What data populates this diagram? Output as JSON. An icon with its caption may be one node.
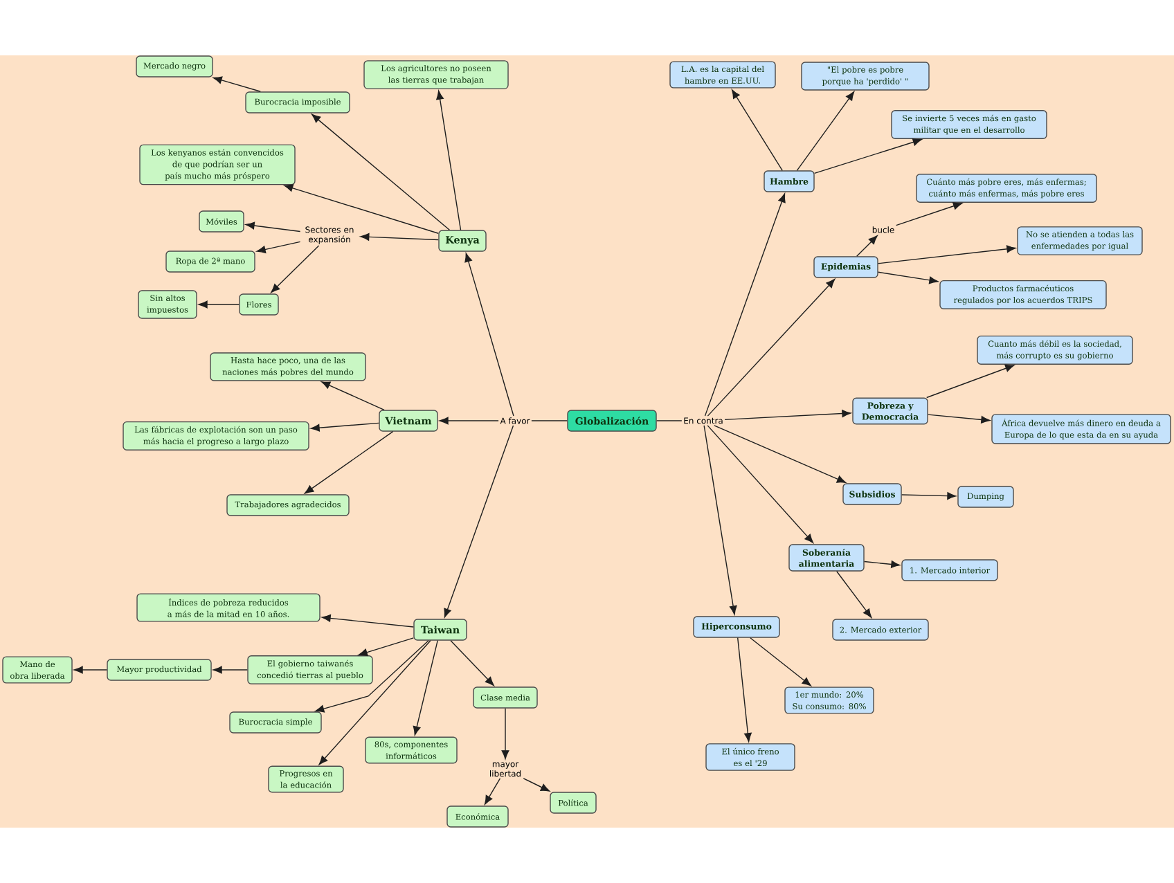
{
  "diagram": {
    "nodes": [
      {
        "text": [
          "Globalización"
        ]
      },
      {
        "text": [
          "A favor"
        ]
      },
      {
        "text": [
          "En contra"
        ]
      },
      {
        "text": [
          "Kenya"
        ]
      },
      {
        "text": [
          "Los agricultores no poseen las tierras que trabajan"
        ]
      },
      {
        "text": [
          "Burocracia imposible"
        ]
      },
      {
        "text": [
          "Mercado negro"
        ]
      },
      {
        "text": [
          "Los kenyanos están convencidos de que podrían ser un país mucho más próspero"
        ]
      },
      {
        "text": [
          "Sectores en expansión"
        ]
      },
      {
        "text": [
          "Móviles"
        ]
      },
      {
        "text": [
          "Ropa de 2ª mano"
        ]
      },
      {
        "text": [
          "Flores"
        ]
      },
      {
        "text": [
          "Sin altos impuestos"
        ]
      },
      {
        "text": [
          "Vietnam"
        ]
      },
      {
        "text": [
          "Hasta hace poco, una de las naciones más pobres del mundo"
        ]
      },
      {
        "text": [
          "Las fábricas de explotación son un paso más hacia el progreso a largo plazo"
        ]
      },
      {
        "text": [
          "Trabajadores agradecidos"
        ]
      },
      {
        "text": [
          "Taiwan"
        ]
      },
      {
        "text": [
          "Índices de pobreza reducidos a más de la mitad en 10 años."
        ]
      },
      {
        "text": [
          "El gobierno taiwanés concedió tierras al pueblo"
        ]
      },
      {
        "text": [
          "Mayor productividad"
        ]
      },
      {
        "text": [
          "Mano de obra liberada"
        ]
      },
      {
        "text": [
          "Burocracia simple"
        ]
      },
      {
        "text": [
          "Progresos en la educación"
        ]
      },
      {
        "text": [
          "80s, componentes informáticos"
        ]
      },
      {
        "text": [
          "Clase media"
        ]
      },
      {
        "text": [
          "mayor libertad"
        ]
      },
      {
        "text": [
          "Económica"
        ]
      },
      {
        "text": [
          "Política"
        ]
      },
      {
        "text": [
          "Hambre"
        ]
      },
      {
        "text": [
          "L.A. es la capital del hambre en EE.UU."
        ]
      },
      {
        "text": [
          "\"El pobre es pobre porque ha 'perdido' \""
        ]
      },
      {
        "text": [
          "Se invierte 5 veces más en gasto militar que en el desarrollo"
        ]
      },
      {
        "text": [
          "Epidemias"
        ]
      },
      {
        "text": [
          "bucle"
        ]
      },
      {
        "text": [
          "Cuánto más pobre eres, más enfermas; cuánto más enfermas, más pobre eres"
        ]
      },
      {
        "text": [
          "No se atienden a todas las enfermedades por igual"
        ]
      },
      {
        "text": [
          "Productos farmacéuticos regulados por los acuerdos TRIPS"
        ]
      },
      {
        "text": [
          "Pobreza y Democracia"
        ]
      },
      {
        "text": [
          "Cuanto más débil es la sociedad, más corrupto es su gobierno"
        ]
      },
      {
        "text": [
          "África devuelve más dinero en deuda a Europa de lo que esta da en su ayuda"
        ]
      },
      {
        "text": [
          "Subsidios"
        ]
      },
      {
        "text": [
          "Dumping"
        ]
      },
      {
        "text": [
          "Soberanía alimentaria"
        ]
      },
      {
        "text": [
          "1. Mercado interior"
        ]
      },
      {
        "text": [
          "2. Mercado exterior"
        ]
      },
      {
        "text": [
          "Hiperconsumo"
        ]
      },
      {
        "text": [
          "1er mundo: 20% Su consumo: 80%"
        ]
      },
      {
        "text": [
          "El único freno es el '29"
        ]
      }
    ],
    "edges": [
      {
        "from": 0,
        "to": 1,
        "arrow": "none"
      },
      {
        "from": 1,
        "to": 3,
        "arrow": "to"
      },
      {
        "from": 1,
        "to": 13,
        "arrow": "to"
      },
      {
        "from": 1,
        "to": 17,
        "arrow": "to"
      },
      {
        "from": 3,
        "to": 4,
        "arrow": "to"
      },
      {
        "from": 3,
        "to": 5,
        "arrow": "to"
      },
      {
        "from": 5,
        "to": 6,
        "arrow": "to"
      },
      {
        "from": 3,
        "to": 7,
        "arrow": "to"
      },
      {
        "from": 3,
        "to": 8,
        "arrow": "to"
      },
      {
        "from": 8,
        "to": 9,
        "arrow": "to"
      },
      {
        "from": 8,
        "to": 10,
        "arrow": "to"
      },
      {
        "from": 8,
        "to": 11,
        "arrow": "to"
      },
      {
        "from": 11,
        "to": 12,
        "arrow": "to"
      },
      {
        "from": 13,
        "to": 14,
        "arrow": "to"
      },
      {
        "from": 13,
        "to": 15,
        "arrow": "to"
      },
      {
        "from": 13,
        "to": 16,
        "arrow": "to"
      },
      {
        "from": 17,
        "to": 18,
        "arrow": "to"
      },
      {
        "from": 17,
        "to": 19,
        "arrow": "to"
      },
      {
        "from": 19,
        "to": 20,
        "arrow": "to"
      },
      {
        "from": 20,
        "to": 21,
        "arrow": "to"
      },
      {
        "from": 17,
        "to": 22,
        "arrow": "to"
      },
      {
        "from": 17,
        "to": 23,
        "arrow": "to"
      },
      {
        "from": 17,
        "to": 24,
        "arrow": "to"
      },
      {
        "from": 17,
        "to": 25,
        "arrow": "to"
      },
      {
        "from": 25,
        "to": 26,
        "arrow": "to"
      },
      {
        "from": 26,
        "to": 27,
        "arrow": "to"
      },
      {
        "from": 26,
        "to": 28,
        "arrow": "to"
      },
      {
        "from": 0,
        "to": 2,
        "arrow": "none"
      },
      {
        "from": 2,
        "to": 29,
        "arrow": "to"
      },
      {
        "from": 29,
        "to": 30,
        "arrow": "to"
      },
      {
        "from": 29,
        "to": 31,
        "arrow": "to"
      },
      {
        "from": 29,
        "to": 32,
        "arrow": "to"
      },
      {
        "from": 2,
        "to": 33,
        "arrow": "to"
      },
      {
        "from": 33,
        "to": 34,
        "arrow": "to"
      },
      {
        "from": 34,
        "to": 35,
        "arrow": "to"
      },
      {
        "from": 33,
        "to": 36,
        "arrow": "to"
      },
      {
        "from": 33,
        "to": 37,
        "arrow": "to"
      },
      {
        "from": 2,
        "to": 38,
        "arrow": "to"
      },
      {
        "from": 38,
        "to": 39,
        "arrow": "to"
      },
      {
        "from": 38,
        "to": 40,
        "arrow": "to"
      },
      {
        "from": 2,
        "to": 41,
        "arrow": "to"
      },
      {
        "from": 41,
        "to": 42,
        "arrow": "to"
      },
      {
        "from": 2,
        "to": 43,
        "arrow": "to"
      },
      {
        "from": 43,
        "to": 44,
        "arrow": "to"
      },
      {
        "from": 43,
        "to": 45,
        "arrow": "to"
      },
      {
        "from": 2,
        "to": 46,
        "arrow": "to"
      },
      {
        "from": 46,
        "to": 47,
        "arrow": "to"
      },
      {
        "from": 46,
        "to": 48,
        "arrow": "to"
      }
    ]
  }
}
